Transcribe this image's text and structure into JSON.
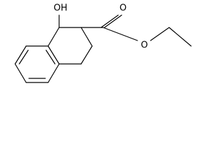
{
  "molecule": {
    "atom_labels": {
      "hydroxyl": "OH",
      "carbonyl_oxygen": "O",
      "ester_oxygen": "O"
    },
    "colors": {
      "bond": "#000000",
      "text": "#000000",
      "background": "#ffffff"
    }
  }
}
